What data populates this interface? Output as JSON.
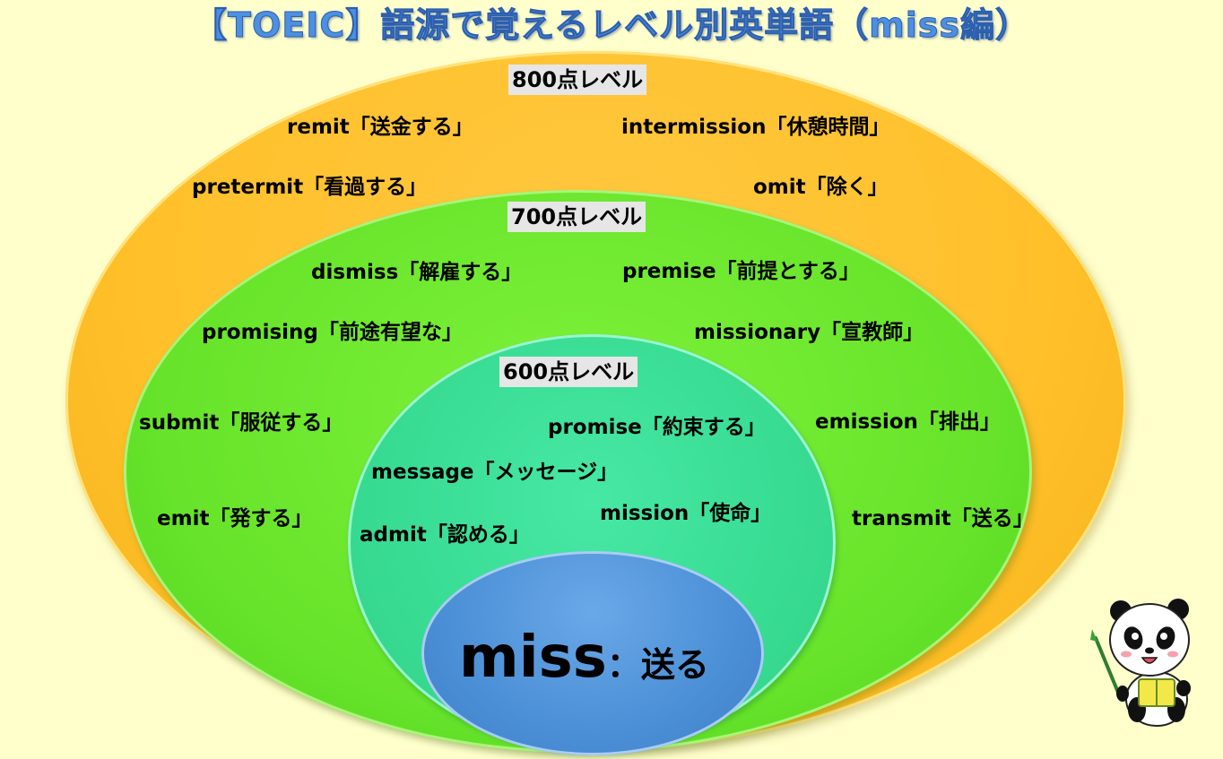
{
  "title": "【TOEIC】語源で覚えるレベル別英単語（miss編）",
  "levels": {
    "l800": "800点レベル",
    "l700": "700点レベル",
    "l600": "600点レベル"
  },
  "words800": [
    "remit「送金する」",
    "intermission「休憩時間」",
    "pretermit「看過する」",
    "omit「除く」"
  ],
  "words700": [
    "dismiss「解雇する」",
    "premise「前提とする」",
    "promising「前途有望な」",
    "missionary「宣教師」",
    "submit「服従する」",
    "emission「排出」",
    "emit「発する」",
    "transmit「送る」"
  ],
  "words600": [
    "promise「約束する」",
    "message「メッセージ」",
    "mission「使命」",
    "admit「認める」"
  ],
  "root": {
    "word": "miss",
    "sep": "：",
    "meaning": "送る"
  },
  "colors": {
    "title": "#4d8fe0",
    "level800": "#ffc02a",
    "level700": "#66e32a",
    "level600": "#36d98f",
    "root": "#4b8fd6",
    "background": "#ffffcc"
  },
  "mascot": "panda-teacher-icon"
}
